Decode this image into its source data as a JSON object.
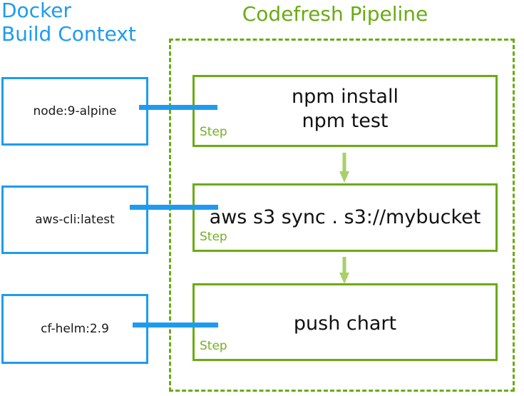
{
  "titles": {
    "docker": "Docker\nBuild Context",
    "pipeline": "Codefresh Pipeline"
  },
  "colors": {
    "docker_blue": "#1E9BF0",
    "codefresh_green": "#6AAB12",
    "step_tag_green": "#74B024",
    "arrow_green": "#A7D168",
    "text_black": "#111111",
    "background": "#FFFFFF"
  },
  "docker_images": [
    {
      "label": "node:9-alpine"
    },
    {
      "label": "aws-cli:latest"
    },
    {
      "label": "cf-helm:2.9"
    }
  ],
  "pipeline": {
    "steps": [
      {
        "command": "npm install\nnpm test",
        "tag": "Step"
      },
      {
        "command": "aws s3 sync . s3://mybucket",
        "tag": "Step"
      },
      {
        "command": "push chart",
        "tag": "Step"
      }
    ]
  },
  "connectors": [
    {
      "from": "node:9-alpine",
      "to": "npm install / npm test"
    },
    {
      "from": "aws-cli:latest",
      "to": "aws s3 sync . s3://mybucket"
    },
    {
      "from": "cf-helm:2.9",
      "to": "push chart"
    }
  ],
  "flow_arrows": [
    {
      "from_step": 0,
      "to_step": 1,
      "direction": "down"
    },
    {
      "from_step": 1,
      "to_step": 2,
      "direction": "down"
    }
  ]
}
